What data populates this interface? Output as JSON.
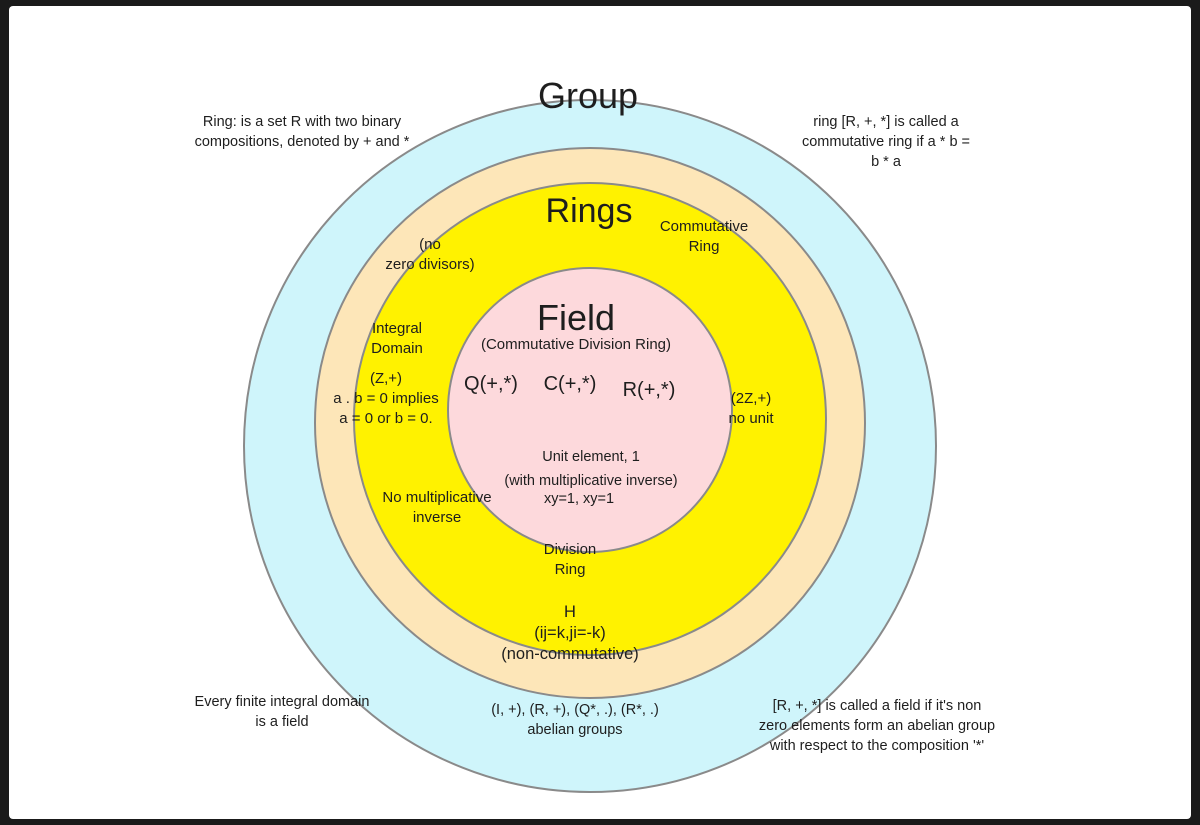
{
  "diagram": {
    "titles": {
      "group": "Group",
      "rings": "Rings",
      "field": "Field",
      "field_sub": "(Commutative Division Ring)"
    },
    "notes": {
      "ring_def": [
        "Ring: is a set R with two binary",
        "compositions, denoted by + and *"
      ],
      "comm_ring_def": [
        "ring [R, +, *] is called a",
        "commutative ring if a * b =",
        "b * a"
      ],
      "comm_ring": [
        "Commutative",
        "Ring"
      ],
      "no_zero_div": [
        "(no",
        "zero divisors)"
      ],
      "integral_domain": [
        "Integral",
        "Domain"
      ],
      "z_plus": [
        "(Z,+)",
        "a . b = 0 implies",
        "a = 0 or b = 0."
      ],
      "two_z": [
        "(2Z,+)",
        "no unit"
      ],
      "field_examples": [
        "Q(+,*)",
        "C(+,*)",
        "R(+,*)"
      ],
      "unit_element": [
        "Unit element, 1",
        "(with multiplicative inverse)",
        "xy=1, xy=1"
      ],
      "no_mult_inverse": [
        "No multiplicative",
        "inverse"
      ],
      "division_ring": [
        "Division",
        "Ring"
      ],
      "quaternions": [
        "H",
        "(ij=k,ji=-k)",
        "(non-commutative)"
      ],
      "finite_integral": [
        "Every finite integral domain",
        "is a field"
      ],
      "abelian_groups": [
        "(I, +), (R, +), (Q*, .), (R*, .)",
        "abelian groups"
      ],
      "field_def": [
        "[R, +, *] is called a field if it's non",
        "zero elements form an abelian group",
        "with respect to the composition '*'"
      ]
    },
    "colors": {
      "group": "#cff5fb",
      "rings": "#fde6b8",
      "integral": "#fff200",
      "field": "#fdd9dc",
      "stroke": "#8a8a8a"
    }
  }
}
